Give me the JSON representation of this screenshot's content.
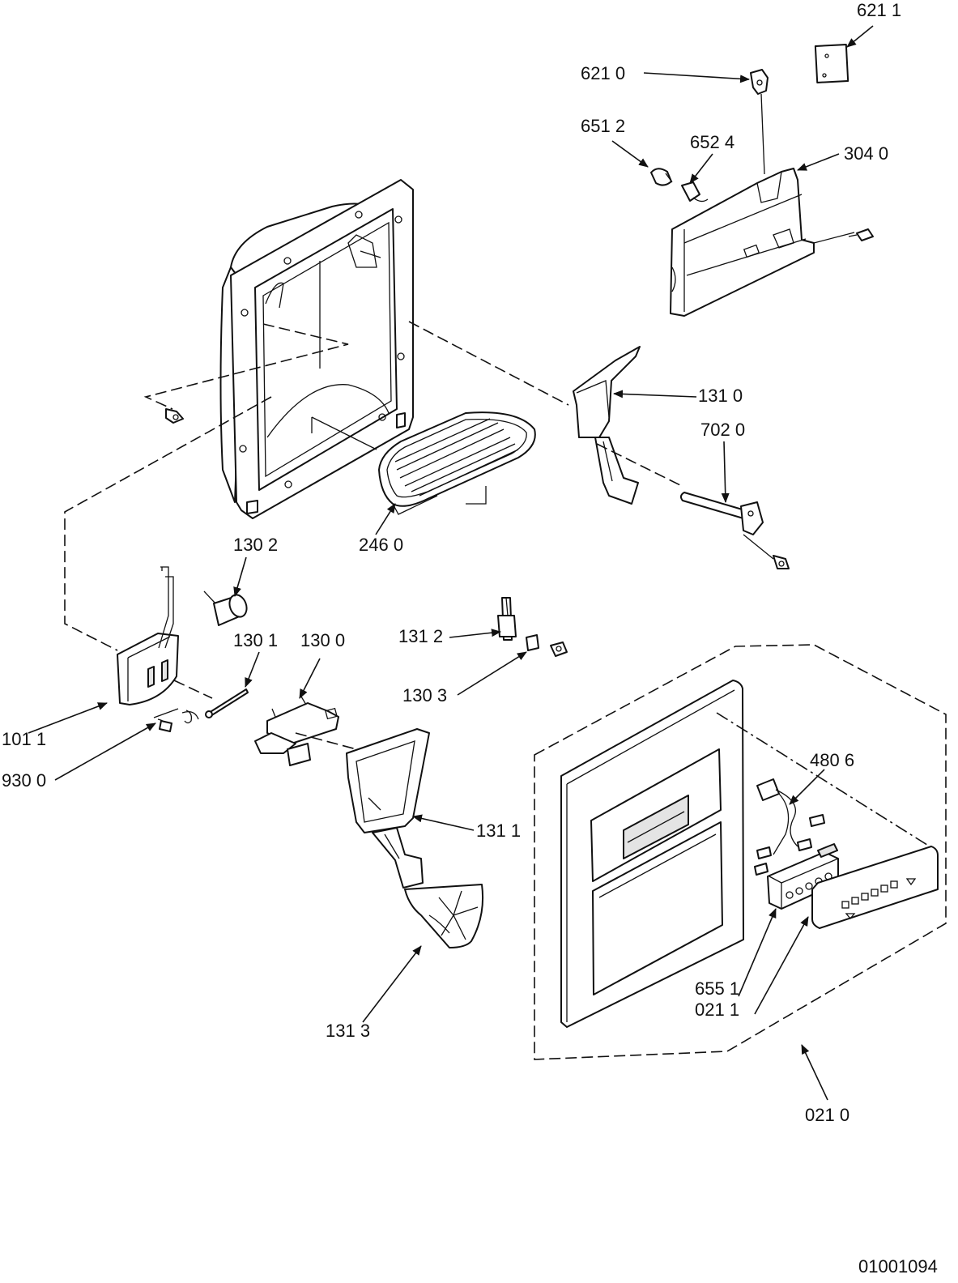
{
  "diagram": {
    "labels": {
      "p6211": "621 1",
      "p6210": "621 0",
      "p6512": "651 2",
      "p6524": "652 4",
      "p3040": "304 0",
      "p1310": "131 0",
      "p7020": "702 0",
      "p1302": "130 2",
      "p2460": "246 0",
      "p1312": "131 2",
      "p1301": "130 1",
      "p1300": "130 0",
      "p1303": "130 3",
      "p1011": "101 1",
      "p9300": "930 0",
      "p1311": "131 1",
      "p4806": "480 6",
      "p6551": "655 1",
      "p0211": "021 1",
      "p1313": "131 3",
      "p0210": "021 0"
    },
    "drawing_number": "01001094"
  }
}
